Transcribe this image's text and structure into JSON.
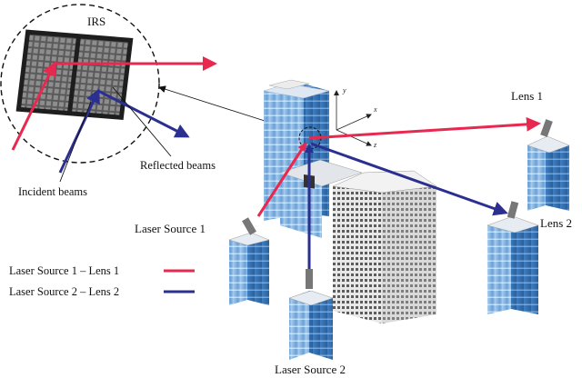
{
  "labels": {
    "irs": "IRS",
    "reflected_beams": "Reflected beams",
    "incident_beams": "Incident beams",
    "laser_source_1": "Laser Source 1",
    "laser_source_2": "Laser Source 2",
    "lens_1": "Lens 1",
    "lens_2": "Lens 2"
  },
  "legend": [
    {
      "label": "Laser Source 1 – Lens 1",
      "color": "#e8284f"
    },
    {
      "label": "Laser Source 2 – Lens 2",
      "color": "#2b2f8f"
    }
  ],
  "axes": {
    "x": "x",
    "y": "y",
    "z": "z"
  },
  "colors": {
    "beam_red": "#e8284f",
    "beam_blue": "#2b2f8f",
    "building_blue": "#6fa6d8",
    "building_dark": "#2f6aa8"
  }
}
